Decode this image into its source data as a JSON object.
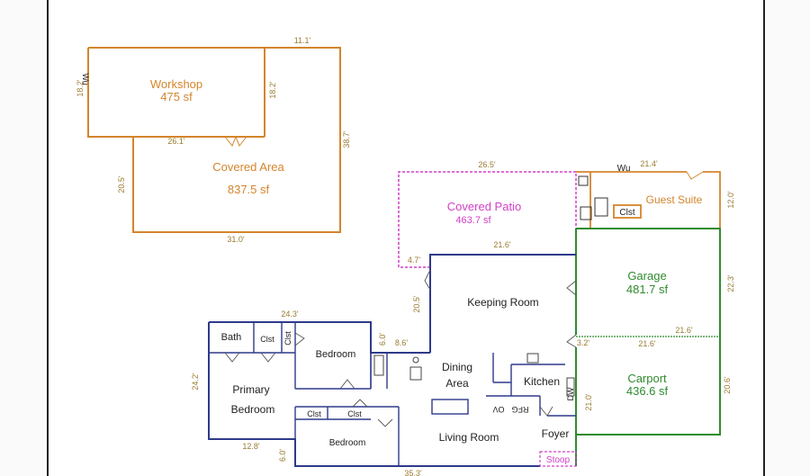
{
  "colors": {
    "workshop": "#d4852c",
    "patio": "#d23fc8",
    "house": "#2e3a8a",
    "garage": "#2e8b2e",
    "dim": "#9a7c32",
    "text": "#222222"
  },
  "workshop": {
    "name": "Workshop",
    "area": "475 sf",
    "dim_top": "11.1'",
    "dim_left": "18.2'",
    "dim_inner": "18.2'",
    "wu": "Wu"
  },
  "covered_area": {
    "name": "Covered Area",
    "area": "837.5 sf",
    "dim_top": "26.1'",
    "dim_left": "20.5'",
    "dim_right": "38.7'",
    "dim_bottom": "31.0'"
  },
  "covered_patio": {
    "name": "Covered Patio",
    "area": "463.7 sf",
    "dim_top": "26.5'",
    "dim_bottom_left": "4.7'"
  },
  "guest_suite": {
    "name": "Guest Suite",
    "wu": "Wu",
    "dim_top": "21.4'",
    "dim_right": "12.0'",
    "closet": "Clst"
  },
  "garage": {
    "name": "Garage",
    "area": "481.7 sf",
    "dim_top": "21.6'",
    "dim_right": "22.3'"
  },
  "carport": {
    "name": "Carport",
    "area": "436.6 sf",
    "dim_top": "21.6'",
    "dim_right": "20.6'",
    "dim_side": "3.2'"
  },
  "house": {
    "keeping_room": "Keeping Room",
    "dim_keeping_top": "21.6'",
    "dim_keeping_side": "20.5'",
    "dining_line1": "Dining",
    "dining_line2": "Area",
    "kitchen": "Kitchen",
    "rfg": "RFG",
    "ov": "OV",
    "dw": "DW",
    "living_room": "Living Room",
    "foyer": "Foyer",
    "stoop": "Stoop",
    "dim_foyer": "21.0'",
    "dim_bottom": "35.3'",
    "bedroom_upper": "Bedroom",
    "bedroom_lower": "Bedroom",
    "primary_line1": "Primary",
    "primary_line2": "Bedroom",
    "bath": "Bath",
    "clst1": "Clst",
    "clst2": "Clst",
    "clst3": "Clst",
    "clst4": "Clst",
    "dim_top": "24.3'",
    "dim_left": "24.2'",
    "dim_bottom_left": "12.8'",
    "dim_hall_v": "6.0'",
    "dim_hall_h": "8.6'",
    "dim_bed_v": "6.0'"
  }
}
